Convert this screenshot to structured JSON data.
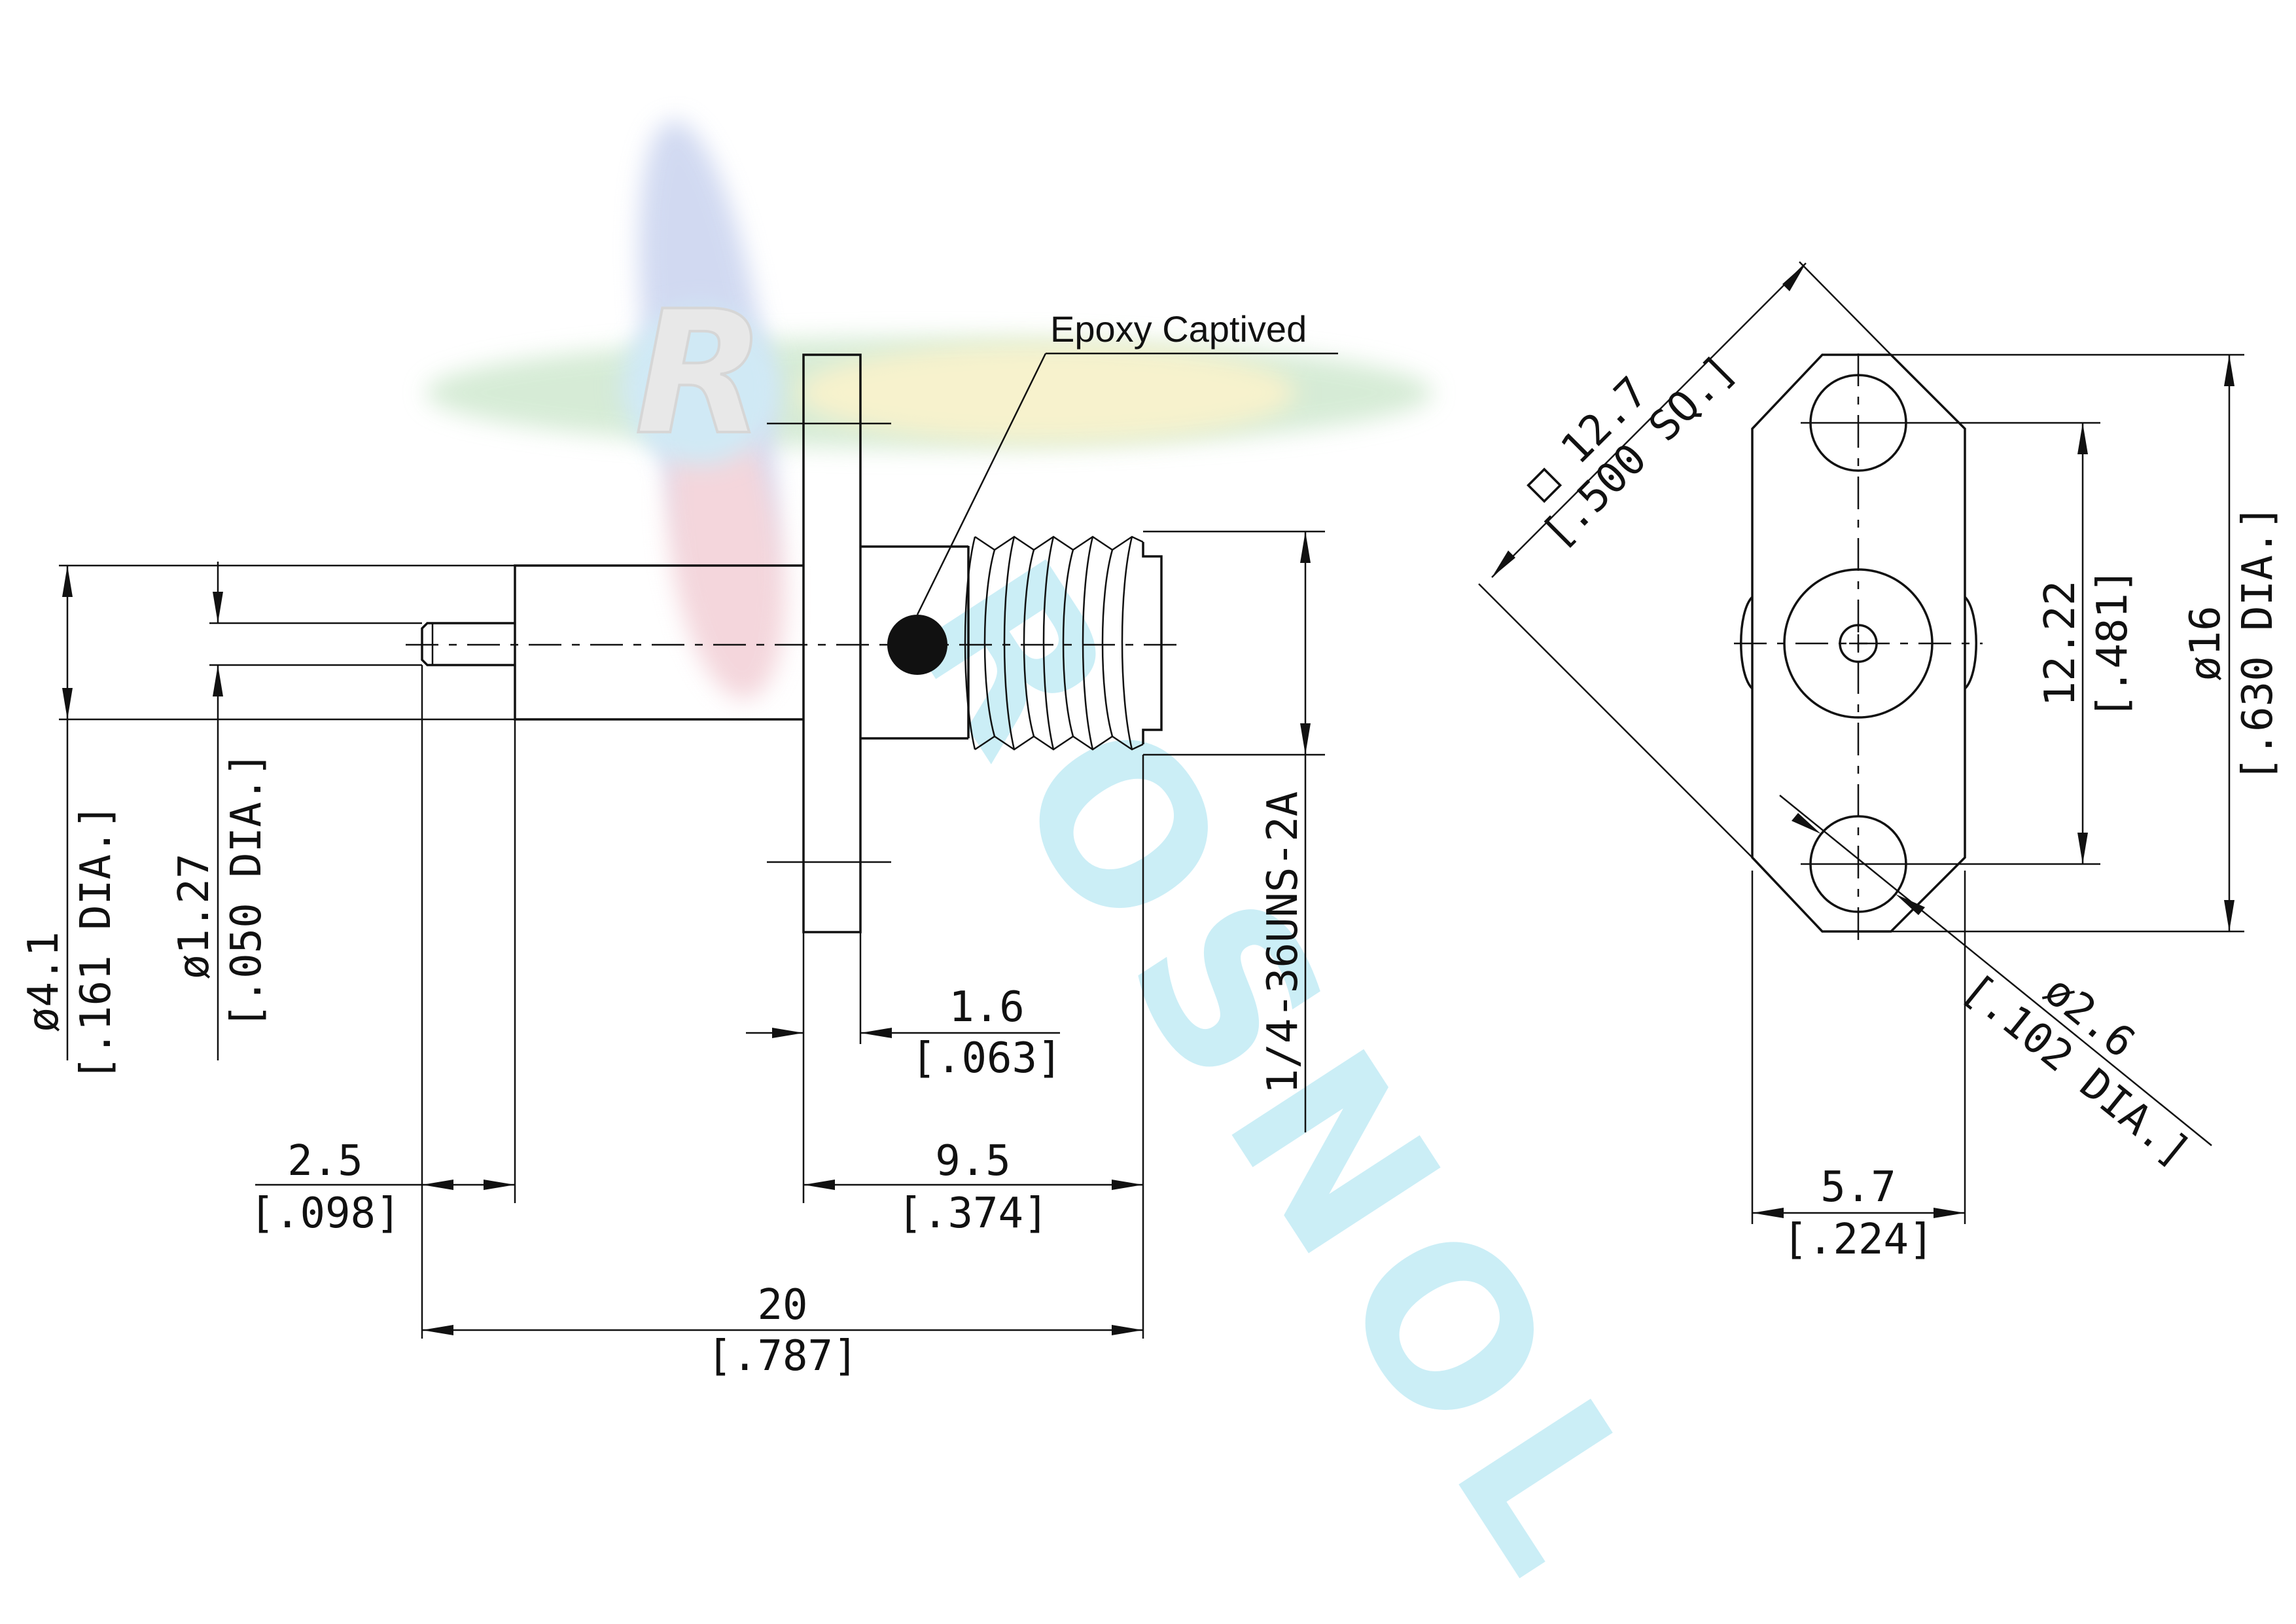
{
  "callout": {
    "epoxy": "Epoxy Captived"
  },
  "side_view": {
    "dia_outer": {
      "metric": "ø4.1",
      "imperial": "[.161 DIA.]"
    },
    "dia_pin": {
      "metric": "ø1.27",
      "imperial": "[.050 DIA.]"
    },
    "pin_length": {
      "metric": "2.5",
      "imperial": "[.098]"
    },
    "flange": {
      "metric": "1.6",
      "imperial": "[.063]"
    },
    "thread_len": {
      "metric": "9.5",
      "imperial": "[.374]"
    },
    "overall": {
      "metric": "20",
      "imperial": "[.787]"
    },
    "thread_spec": "1/4-36UNS-2A"
  },
  "front_view": {
    "square": {
      "metric": "□ 12.7",
      "imperial": "[.500 SQ.]"
    },
    "hole_spacing": {
      "metric": "12.22",
      "imperial": "[.481]"
    },
    "flange_dia": {
      "metric": "ø16",
      "imperial": "[.630 DIA.]"
    },
    "hole_dia": {
      "metric": "ø2.6",
      "imperial": "[.102 DIA.]"
    },
    "width": {
      "metric": "5.7",
      "imperial": "[.224]"
    }
  },
  "watermark": {
    "logo_letter": "R",
    "brand": "ROSNOL"
  },
  "colors": {
    "line": "#111111",
    "watermark_cyan": "#bfeaf5",
    "logo_blue": "#c9d3ef",
    "logo_green": "#cfe8cf",
    "logo_yellow": "#f6f0c4",
    "logo_red": "#f2cfd6"
  }
}
